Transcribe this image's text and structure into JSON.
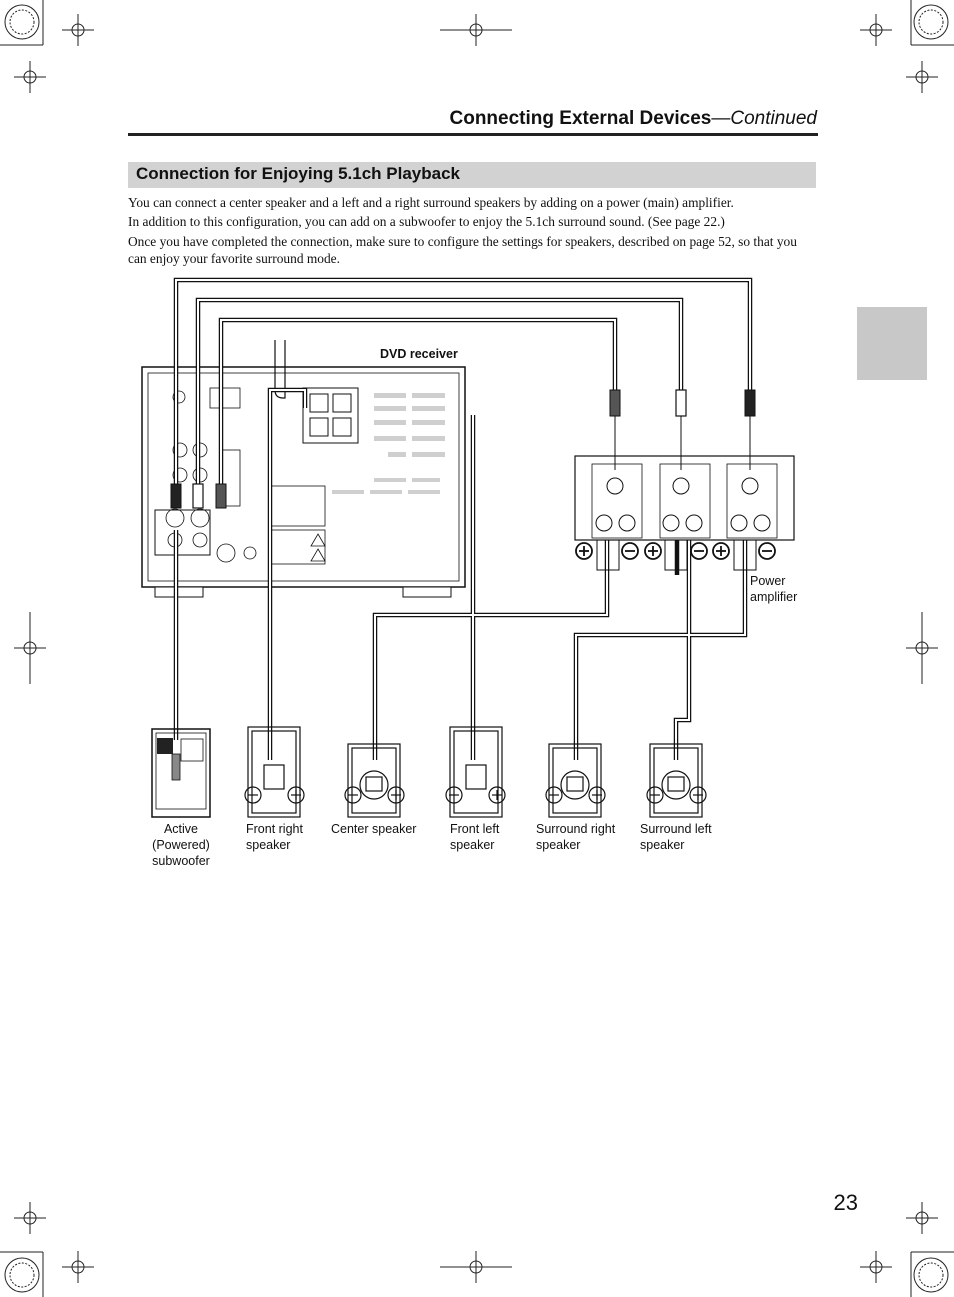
{
  "header": {
    "title": "Connecting External Devices",
    "title_suffix": "—Continued"
  },
  "section": {
    "title": "Connection for Enjoying 5.1ch Playback"
  },
  "body": {
    "paragraph_1": "You can connect a center speaker and a left and a right surround speakers by adding on a power (main) amplifier.",
    "paragraph_2": "In addition to this configuration, you can add on a subwoofer to enjoy the 5.1ch surround sound. (See page 22.)",
    "paragraph_3": "Once you have completed the connection, make sure to configure the settings for speakers, described on page 52, so that you can enjoy your favorite surround mode."
  },
  "diagram": {
    "dvd_receiver_label": "DVD receiver",
    "power_amplifier_label_line1": "Power",
    "power_amplifier_label_line2": "amplifier",
    "speakers": [
      {
        "line1": "Active",
        "line2": "(Powered)",
        "line3": "subwoofer"
      },
      {
        "line1": "Front right",
        "line2": "speaker"
      },
      {
        "line1": "Center speaker"
      },
      {
        "line1": "Front left",
        "line2": "speaker"
      },
      {
        "line1": "Surround right",
        "line2": "speaker"
      },
      {
        "line1": "Surround left",
        "line2": "speaker"
      }
    ]
  },
  "page_number": "23",
  "colors": {
    "section_bar": "#d2d2d2",
    "side_tab": "#c8c8c8",
    "rule": "#222222"
  }
}
